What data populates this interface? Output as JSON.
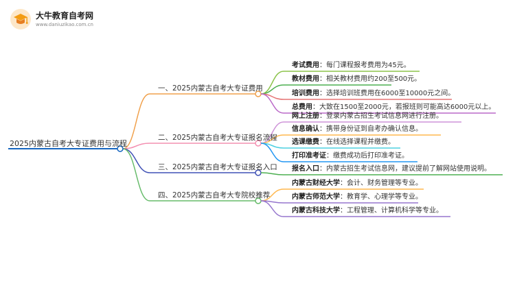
{
  "logo": {
    "title": "大牛教育自考网",
    "url": "www.daniuzikao.com.cn"
  },
  "root": {
    "label": "2025内蒙古自考大专证费用与流程"
  },
  "branches": [
    {
      "label": "一、2025内蒙古自考大专证费用",
      "color": "#f0a04b",
      "leaves": [
        {
          "key": "考试费用",
          "text": "：每门课程报考费用为45元。",
          "color": "#8bc34a"
        },
        {
          "key": "教材费用",
          "text": "：相关教材费用约200至500元。",
          "color": "#4caf50"
        },
        {
          "key": "培训费用",
          "text": "：选择培训班费用在6000至10000元之间。",
          "color": "#e57373"
        },
        {
          "key": "总费用",
          "text": "：大致在1500至2000元，若报班则可能高达6000元以上。",
          "color": "#ba68c8"
        }
      ]
    },
    {
      "label": "二、2025内蒙古自考大专证报名流程",
      "color": "#f48fb1",
      "leaves": [
        {
          "key": "网上注册",
          "text": "：登录内蒙古招生考试信息网进行注册。",
          "color": "#ce93d8"
        },
        {
          "key": "信息确认",
          "text": "：携带身份证到自考办确认信息。",
          "color": "#ffb74d"
        },
        {
          "key": "选课缴费",
          "text": "：在线选择课程并缴费。",
          "color": "#4dd0e1"
        },
        {
          "key": "打印准考证",
          "text": "：缴费成功后打印准考证。",
          "color": "#2196f3"
        }
      ]
    },
    {
      "label": "三、2025内蒙古自考大专证报名入口",
      "color": "#3f51b5",
      "leaves": [
        {
          "key": "报名入口",
          "text": "：内蒙古招生考试信息网，建议提前了解网站使用说明。",
          "color": "#4caf50"
        }
      ]
    },
    {
      "label": "四、2025内蒙古自考大专院校推荐",
      "color": "#66bb6a",
      "leaves": [
        {
          "key": "内蒙古财经大学",
          "text": "：会计、财务管理等专业。",
          "color": "#ffb74d"
        },
        {
          "key": "内蒙古师范大学",
          "text": "：教育学、心理学等专业。",
          "color": "#9575cd"
        },
        {
          "key": "内蒙古科技大学",
          "text": "：工程管理、计算机科学等专业。",
          "color": "#9575cd"
        }
      ]
    }
  ],
  "colors": {
    "root_line": "#1565c0"
  }
}
